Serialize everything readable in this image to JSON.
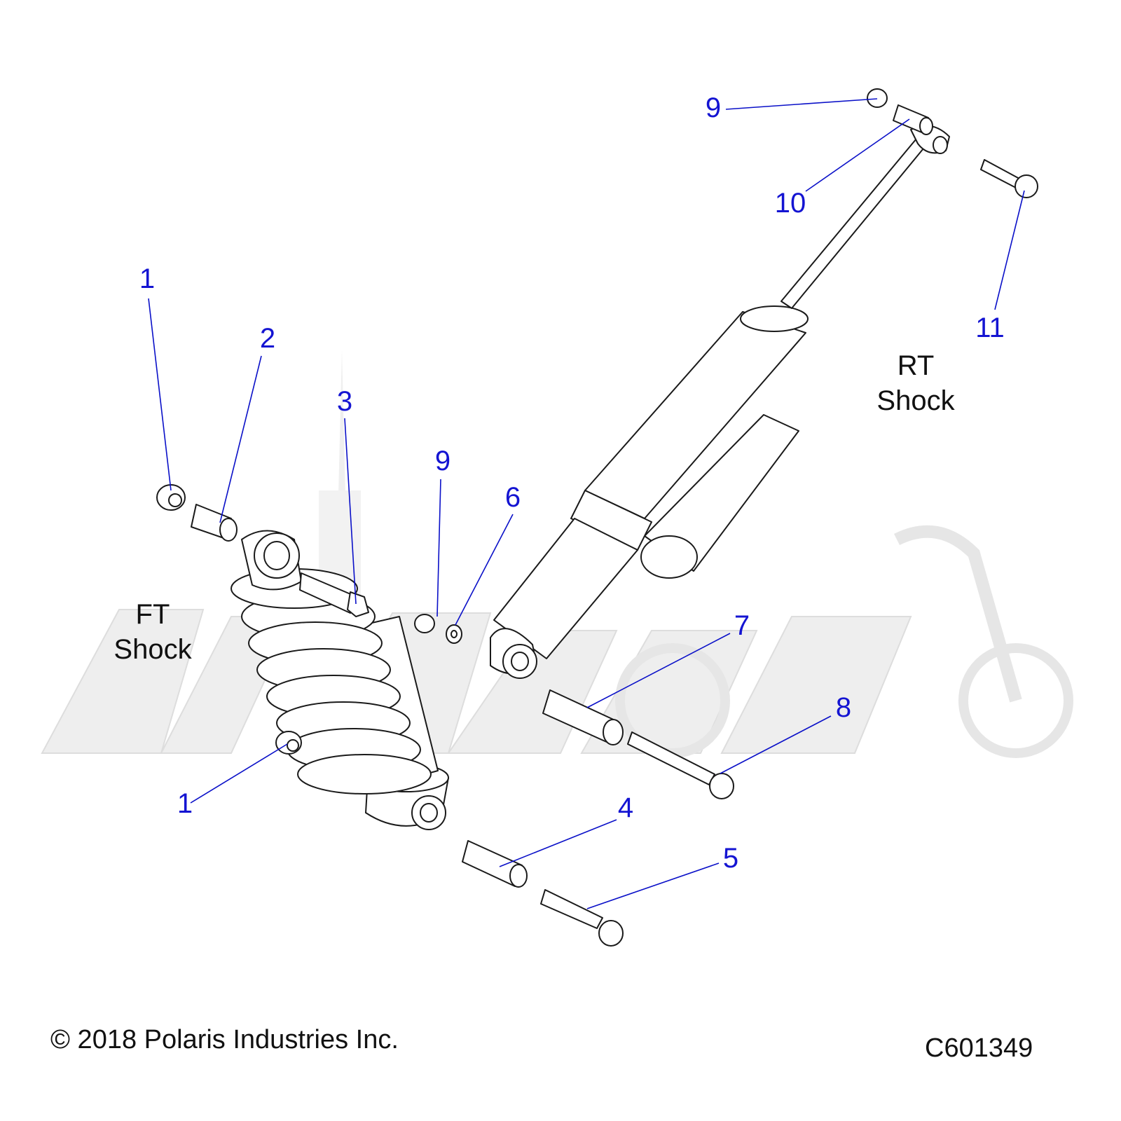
{
  "callouts": [
    "1",
    "2",
    "3",
    "9",
    "6",
    "1",
    "4",
    "5",
    "7",
    "8",
    "9",
    "10",
    "11"
  ],
  "labels": {
    "ft_shock": [
      "FT",
      "Shock"
    ],
    "rt_shock": [
      "RT",
      "Shock"
    ]
  },
  "footer": {
    "copyright": "© 2018 Polaris Industries Inc.",
    "diagram_id": "C601349"
  },
  "colors": {
    "callout": "#1414d2",
    "leader_line": "#0a10c8",
    "outline": "#1a1a1a",
    "watermark": "#eeeeee"
  }
}
